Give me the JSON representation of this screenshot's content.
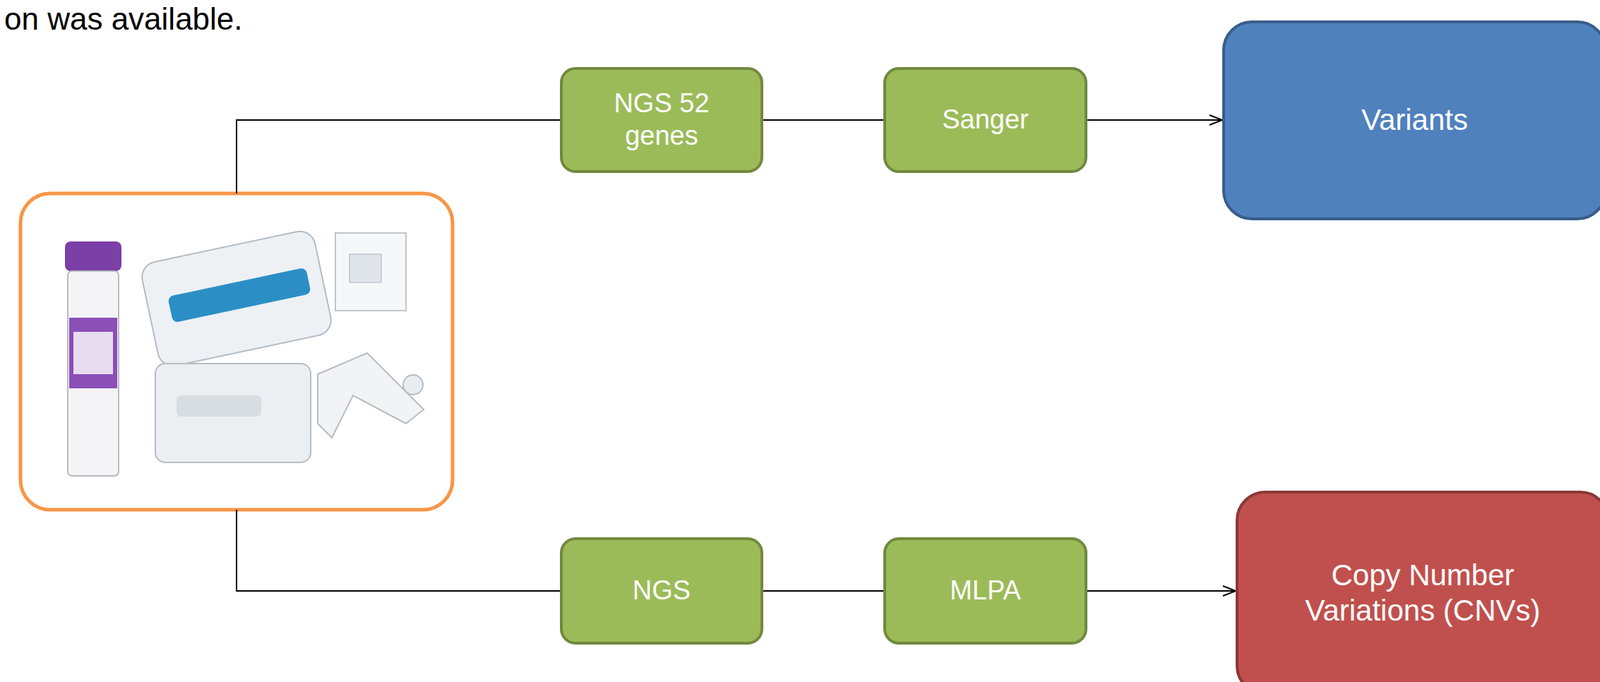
{
  "diagram": {
    "nodes": [
      {
        "text": [
          "NGS 52 genes"
        ]
      },
      {
        "text": [
          "Sanger"
        ]
      },
      {
        "text": [
          "Variants"
        ]
      },
      {
        "text": [
          "NGS"
        ]
      },
      {
        "text": [
          "MLPA"
        ]
      },
      {
        "text": [
          "Copy Number Variations (CNVs)"
        ]
      }
    ],
    "edges": [
      {
        "from": 0,
        "to": 1,
        "arrow": "none"
      },
      {
        "from": 1,
        "to": 2,
        "arrow": "to"
      },
      {
        "from": 3,
        "to": 4,
        "arrow": "none"
      },
      {
        "from": 4,
        "to": 5,
        "arrow": "to"
      }
    ],
    "labels": [
      "on was available."
    ]
  }
}
